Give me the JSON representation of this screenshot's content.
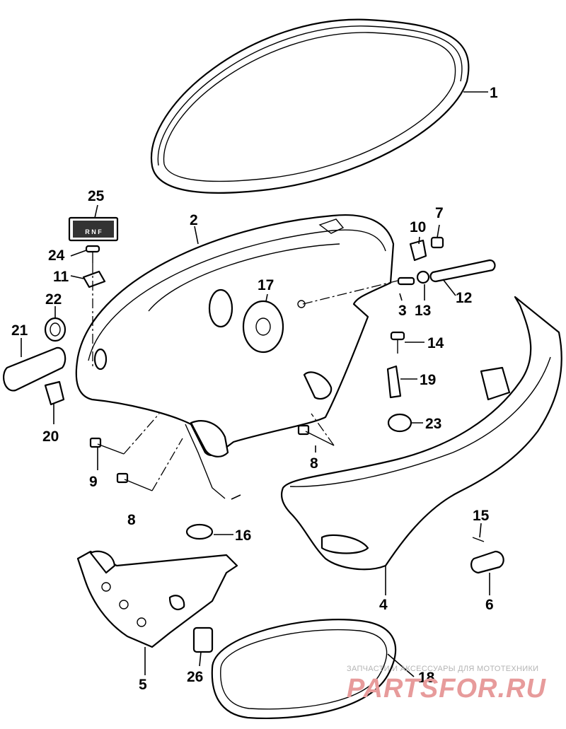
{
  "callouts": [
    {
      "id": "1",
      "label": "1"
    },
    {
      "id": "2",
      "label": "2"
    },
    {
      "id": "3",
      "label": "3"
    },
    {
      "id": "4",
      "label": "4"
    },
    {
      "id": "5",
      "label": "5"
    },
    {
      "id": "6",
      "label": "6"
    },
    {
      "id": "7",
      "label": "7"
    },
    {
      "id": "8a",
      "label": "8"
    },
    {
      "id": "8b",
      "label": "8"
    },
    {
      "id": "9",
      "label": "9"
    },
    {
      "id": "10",
      "label": "10"
    },
    {
      "id": "11",
      "label": "11"
    },
    {
      "id": "12",
      "label": "12"
    },
    {
      "id": "13",
      "label": "13"
    },
    {
      "id": "14",
      "label": "14"
    },
    {
      "id": "15",
      "label": "15"
    },
    {
      "id": "16",
      "label": "16"
    },
    {
      "id": "17",
      "label": "17"
    },
    {
      "id": "18",
      "label": "18"
    },
    {
      "id": "19",
      "label": "19"
    },
    {
      "id": "20",
      "label": "20"
    },
    {
      "id": "21",
      "label": "21"
    },
    {
      "id": "22",
      "label": "22"
    },
    {
      "id": "23",
      "label": "23"
    },
    {
      "id": "24",
      "label": "24"
    },
    {
      "id": "25",
      "label": "25"
    },
    {
      "id": "26",
      "label": "26"
    }
  ],
  "decal": {
    "text": "R  N  F"
  },
  "watermark": {
    "caption": "ЗАПЧАСТИ И АКСЕССУАРЫ ДЛЯ МОТОТЕХНИКИ",
    "brand": "PARTSFOR.RU"
  }
}
